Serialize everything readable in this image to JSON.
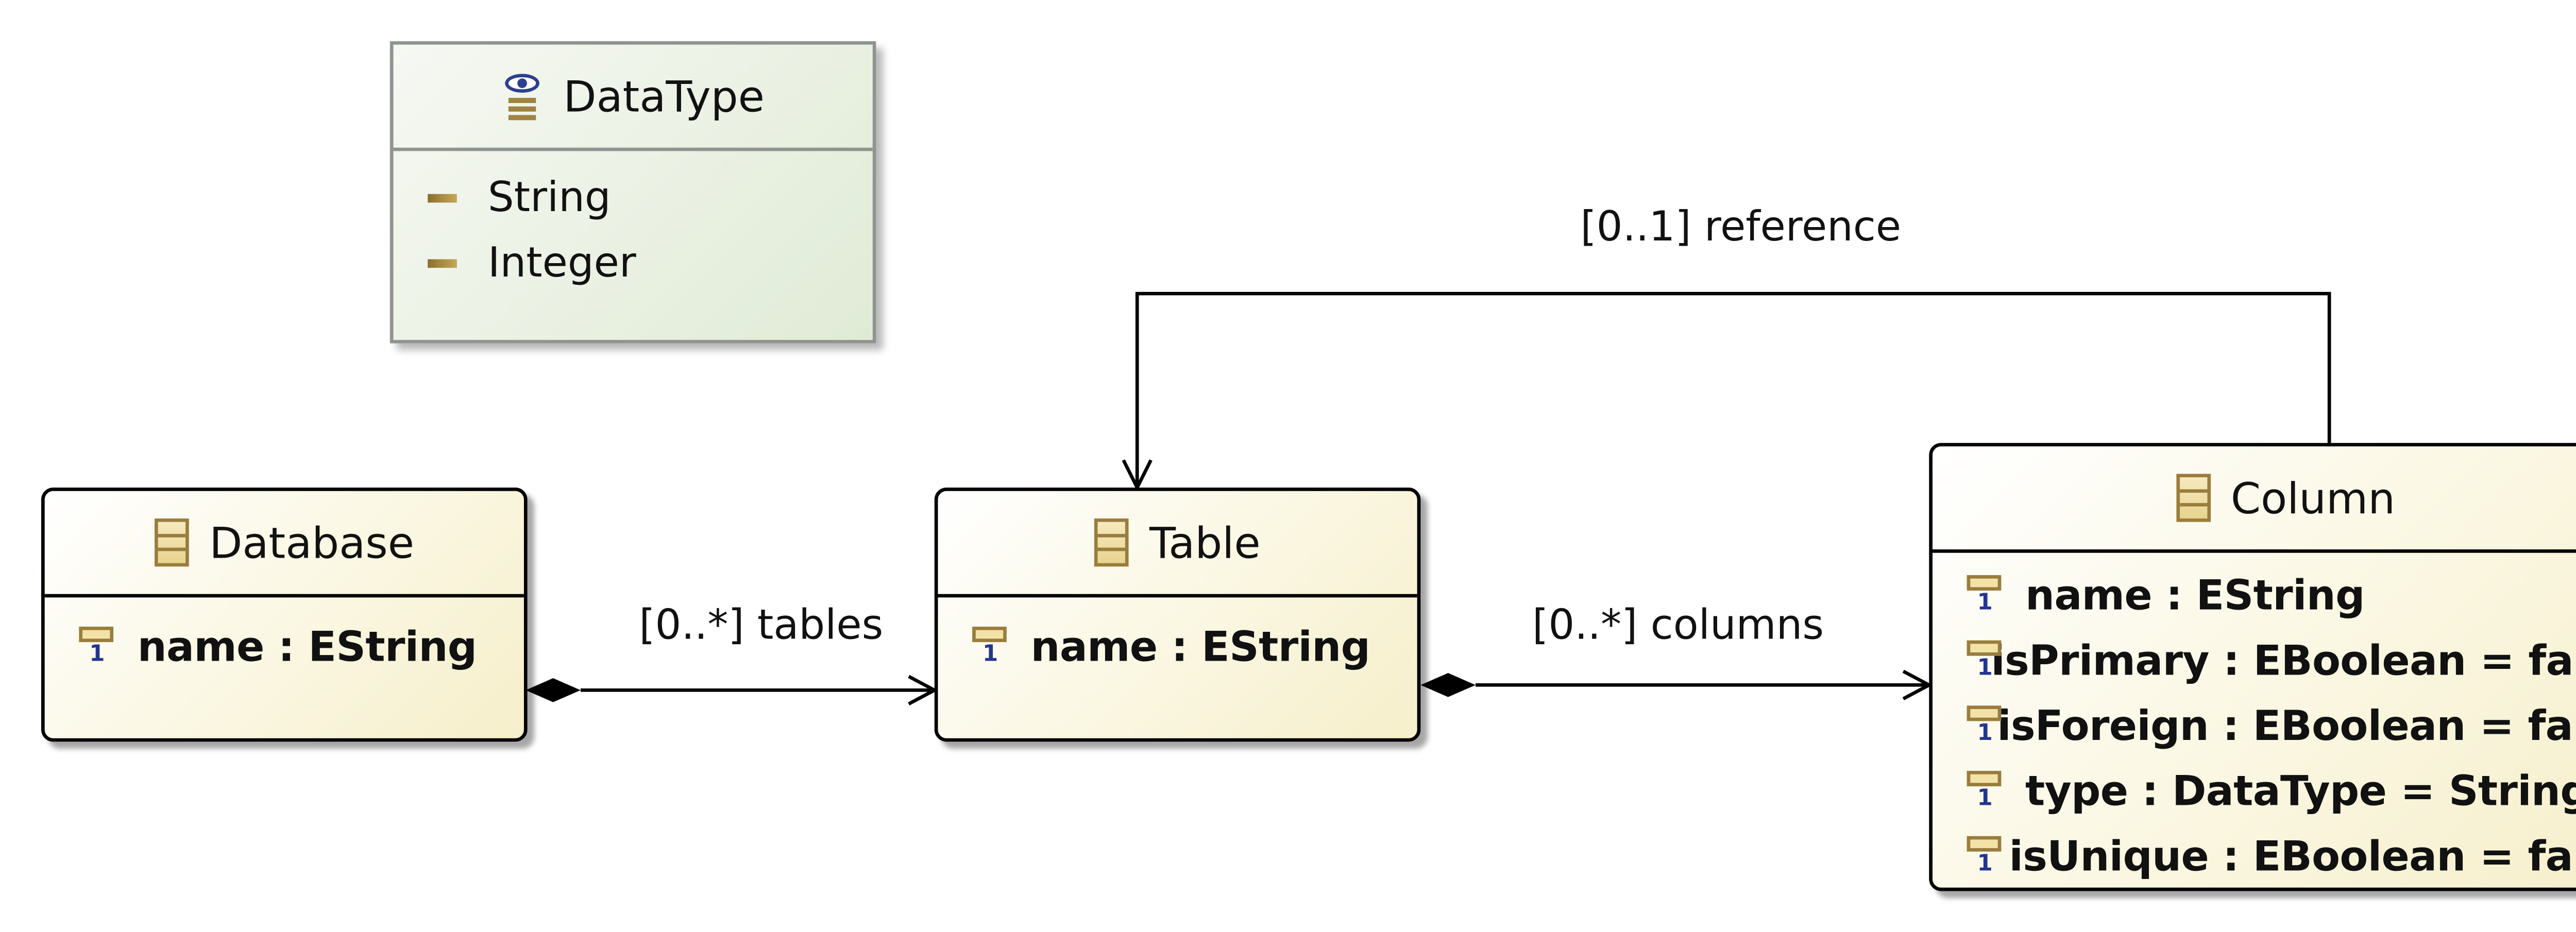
{
  "diagram": {
    "enum_datatype": {
      "name": "DataType",
      "icon": "enum-icon",
      "literals": [
        "String",
        "Integer"
      ]
    },
    "class_database": {
      "name": "Database",
      "icon": "class-icon",
      "attributes": [
        "name : EString"
      ]
    },
    "class_table": {
      "name": "Table",
      "icon": "class-icon",
      "attributes": [
        "name : EString"
      ]
    },
    "class_column": {
      "name": "Column",
      "icon": "class-icon",
      "attributes": [
        "name : EString",
        "isPrimary : EBoolean = false",
        "isForeign : EBoolean = false",
        "type : DataType = String",
        "isUnique : EBoolean = false"
      ]
    },
    "edges": {
      "tables": {
        "label": "[0..*] tables",
        "kind": "containment",
        "from": "Database",
        "to": "Table"
      },
      "columns": {
        "label": "[0..*] columns",
        "kind": "containment",
        "from": "Table",
        "to": "Column"
      },
      "reference": {
        "label": "[0..1] reference",
        "kind": "reference",
        "from": "Column",
        "to": "Table"
      }
    },
    "attribute_multiplicity_marker": "1",
    "colors": {
      "class_fill": "#fbf8e6",
      "enum_fill": "#eaf1e3",
      "icon_gold": "#9a7d3c",
      "icon_blue": "#23358e",
      "line": "#000000"
    }
  }
}
